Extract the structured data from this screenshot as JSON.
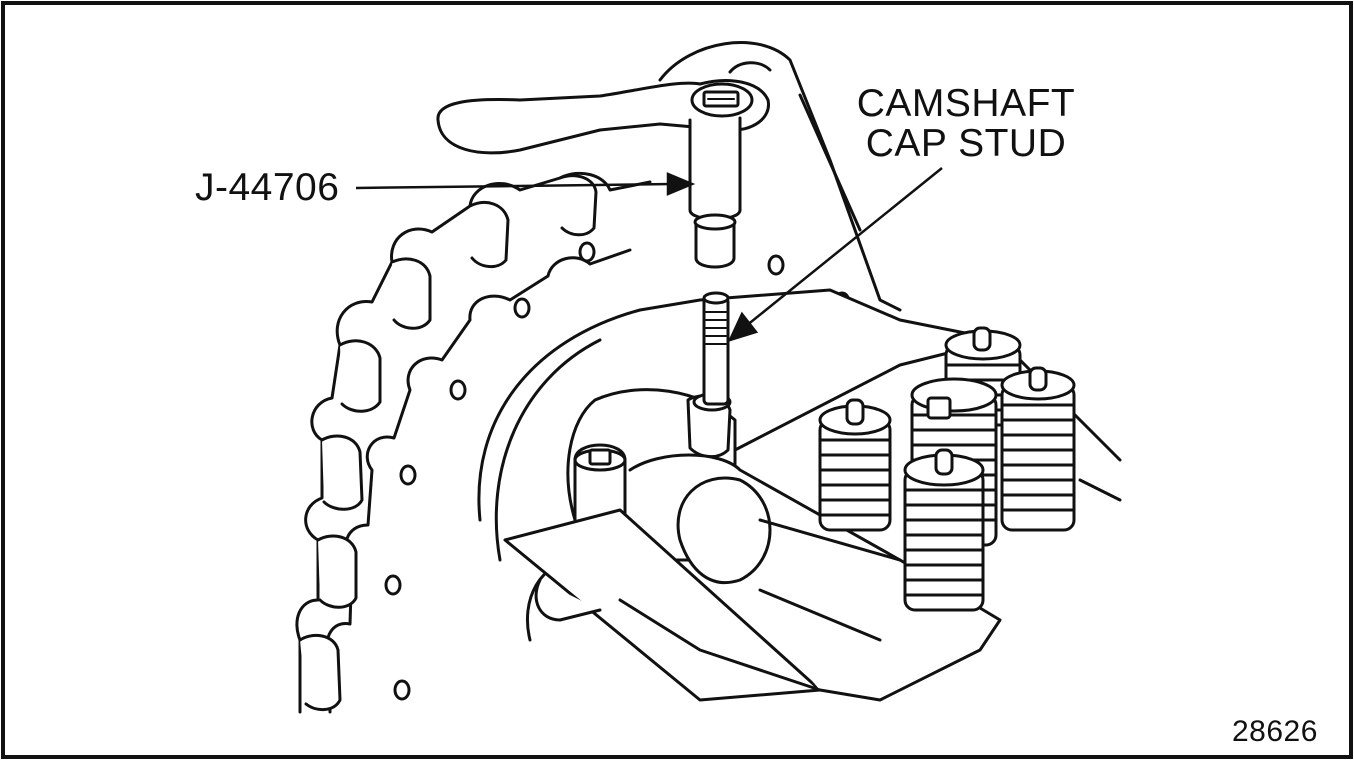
{
  "figure_number": "28626",
  "callouts": {
    "tool_label": "J-44706",
    "stud_label_line1": "CAMSHAFT",
    "stud_label_line2": "CAP STUD"
  },
  "colors": {
    "ink": "#111111",
    "paper": "#ffffff"
  }
}
